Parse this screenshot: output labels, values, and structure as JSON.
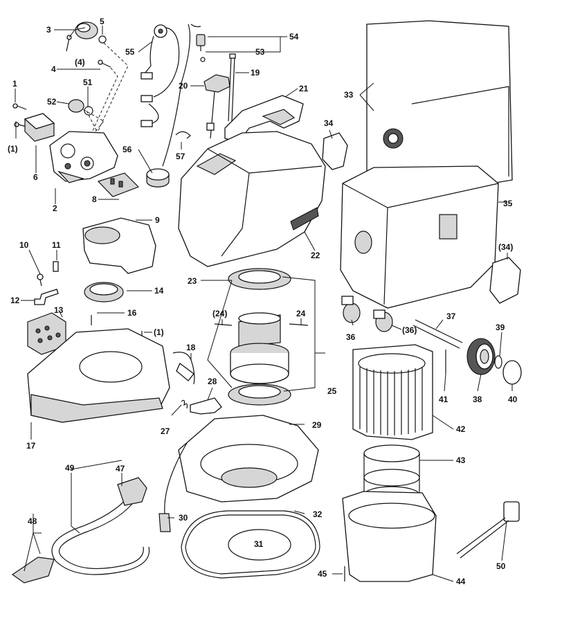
{
  "labels": {
    "l1": "1",
    "l1b": "(1)",
    "l1c": "(1)",
    "l2": "2",
    "l3": "3",
    "l4": "4",
    "l4b": "(4)",
    "l5": "5",
    "l6": "6",
    "l8": "8",
    "l9": "9",
    "l10": "10",
    "l11": "11",
    "l12": "12",
    "l13": "13",
    "l14": "14",
    "l16": "16",
    "l17": "17",
    "l18": "18",
    "l19": "19",
    "l20": "20",
    "l21": "21",
    "l22": "22",
    "l23": "23",
    "l24": "24",
    "l24b": "(24)",
    "l25": "25",
    "l27": "27",
    "l28": "28",
    "l29": "29",
    "l30": "30",
    "l31": "31",
    "l32": "32",
    "l33": "33",
    "l34": "34",
    "l34b": "(34)",
    "l35": "35",
    "l36": "36",
    "l36b": "(36)",
    "l37": "37",
    "l38": "38",
    "l39": "39",
    "l40": "40",
    "l41": "41",
    "l42": "42",
    "l43": "43",
    "l44": "44",
    "l45": "45",
    "l47": "47",
    "l48": "48",
    "l49": "49",
    "l50": "50",
    "l51": "51",
    "l52": "52",
    "l53": "53",
    "l54": "54",
    "l55": "55",
    "l56": "56",
    "l57": "57"
  }
}
